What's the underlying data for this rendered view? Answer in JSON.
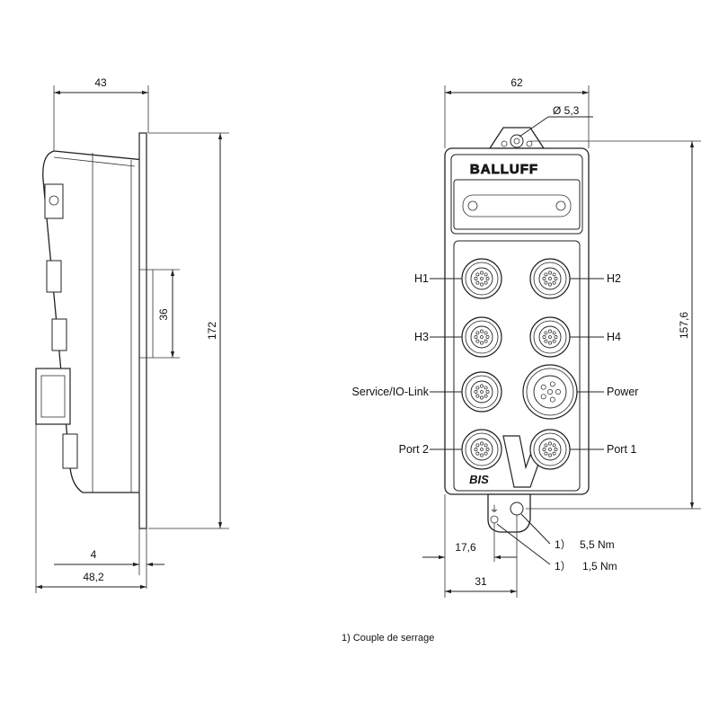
{
  "side_view": {
    "dims": {
      "width_top": "43",
      "height": "172",
      "mount_gap": "36",
      "plate": "4",
      "width_bottom": "48,2"
    }
  },
  "front_view": {
    "dims": {
      "width": "62",
      "hole": "Ø 5,3",
      "height": "157,6",
      "offset": "17,6",
      "base": "31"
    },
    "brand": "BALLUFF",
    "ports": [
      "H1",
      "H2",
      "H3",
      "H4",
      "Service/IO-Link",
      "Power",
      "Port 2",
      "Port 1"
    ],
    "logo": "BIS",
    "torque": [
      {
        "ref": "1）",
        "value": "5,5 Nm"
      },
      {
        "ref": "1）",
        "value": "1,5 Nm"
      }
    ]
  },
  "footnote": "1) Couple de serrage"
}
